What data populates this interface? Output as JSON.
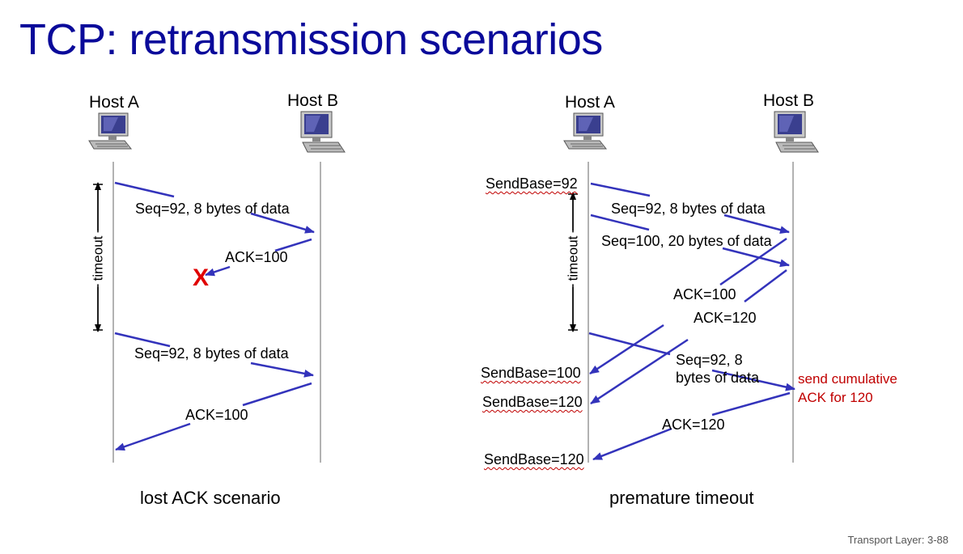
{
  "slide": {
    "title": "TCP: retransmission scenarios",
    "footer": "Transport Layer: 3-88"
  },
  "colors": {
    "title": "#0a0a9a",
    "arrow": "#3333bb",
    "lost_marker": "#e00000",
    "note": "#c00000"
  },
  "icons": [
    "desktop-computer-icon",
    "lost-packet-x-icon",
    "arrowhead-icon"
  ],
  "left_scenario": {
    "host_a": "Host A",
    "host_b": "Host B",
    "timeout_label": "timeout",
    "messages": {
      "seq1": "Seq=92, 8 bytes of data",
      "ack_lost": "ACK=100",
      "lost_marker": "X",
      "seq_retx": "Seq=92, 8 bytes of data",
      "ack2": "ACK=100"
    },
    "caption": "lost ACK scenario"
  },
  "right_scenario": {
    "host_a": "Host A",
    "host_b": "Host B",
    "timeout_label": "timeout",
    "sendbase": {
      "initial": "SendBase=92",
      "after_ack100": "SendBase=100",
      "after_ack120": "SendBase=120",
      "final": "SendBase=120"
    },
    "messages": {
      "seq1": "Seq=92, 8 bytes of data",
      "seq2": "Seq=100, 20 bytes of data",
      "ack100": "ACK=100",
      "ack120": "ACK=120",
      "retx_line1": "Seq=92,  8",
      "retx_line2": "bytes of data",
      "ack120_final": "ACK=120"
    },
    "note_line1": "send cumulative",
    "note_line2": "ACK for 120",
    "caption": "premature timeout"
  }
}
